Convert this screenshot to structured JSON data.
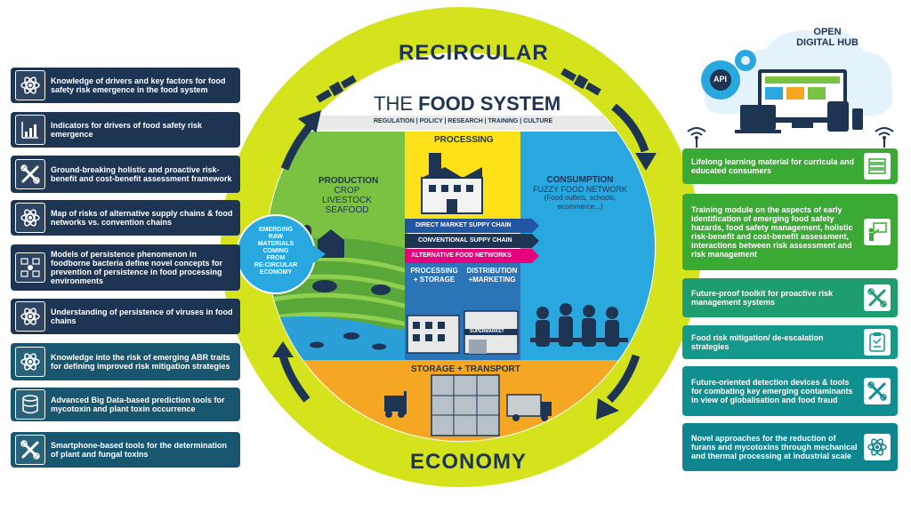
{
  "ring": {
    "top_label": "RECIRCULAR",
    "bottom_label": "ECONOMY"
  },
  "title": {
    "prefix": "THE",
    "main": "FOOD SYSTEM",
    "subtitle": "REGULATION | POLICY | RESEARCH | TRAINING | CULTURE"
  },
  "production": {
    "heading": "PRODUCTION",
    "lines": [
      "CROP",
      "LIVESTOCK",
      "SEAFOOD"
    ]
  },
  "processing": {
    "heading": "PROCESSING"
  },
  "consumption": {
    "heading": "CONSUMPTION",
    "line1": "FUZZY FOOD NETWORK",
    "line2": "(Food outlets, schools,",
    "line3": "ecommerce...)"
  },
  "chains": {
    "direct": "DIRECT MARKET SUPPY CHAIN",
    "conventional": "CONVENTIONAL SUPPY CHAIN",
    "alternative": "ALTERNATIVE FOOD NETWORKS"
  },
  "processing_storage": {
    "line1": "PROCESSING",
    "line2": "+ STORAGE"
  },
  "distribution": {
    "line1": "DISTRIBUTION",
    "line2": "+MARKETING"
  },
  "storage_transport": "STORAGE + TRANSPORT",
  "supermarket": "SUPERMARKET",
  "raw_materials": {
    "lines": [
      "EMERGING",
      "RAW",
      "MATERIALS",
      "COMING",
      "FROM",
      "RE-CIRCULAR",
      "ECONOMY"
    ]
  },
  "hub": {
    "line1": "OPEN",
    "line2": "DIGITAL HUB",
    "api": "API"
  },
  "left_items": [
    {
      "text": "Knowledge of drivers and key factors for food safety risk emergence in the food system",
      "icon": "atom-icon"
    },
    {
      "text": "Indicators for drivers of food safety risk emergence",
      "icon": "chart-icon"
    },
    {
      "text": "Ground-breaking holistic and proactive risk-benefit and cost-benefit assessment framework",
      "icon": "tools-icon"
    },
    {
      "text": "Map of risks of alternative supply chains & food networks vs. convention chains",
      "icon": "atom-icon"
    },
    {
      "text": "Models of persistence phenomenon in foodborne bacteria define novel concepts for prevention of persistence in food processing environments",
      "icon": "network-icon"
    },
    {
      "text": "Understanding of persistence of viruses in food chains",
      "icon": "atom-icon"
    },
    {
      "text": "Knowledge into the risk of emerging ABR traits for defining improved risk mitigation strategies",
      "icon": "atom-icon"
    },
    {
      "text": "Advanced Big Data-based prediction tools for mycotoxin and plant toxin occurrence",
      "icon": "database-icon"
    },
    {
      "text": "Smartphone-based tools for the determination of plant and fungal toxins",
      "icon": "tools-icon"
    }
  ],
  "right_items": [
    {
      "text": "Lifelong learning material for curricula and educated consumers",
      "icon": "books-icon",
      "color": "#3aaa35"
    },
    {
      "text": "Training module on the aspects of early identification of emerging food safety hazards, food safety management, holistic risk-benefit and cost-benefit assessment, interactions between risk assessment and risk management",
      "icon": "training-icon",
      "color": "#3aaa35"
    },
    {
      "text": "Future-proof toolkit for proactive risk management systems",
      "icon": "tools-icon",
      "color": "#1e9e6e"
    },
    {
      "text": "Food risk mitigation/ de-escalation strategies",
      "icon": "clipboard-icon",
      "color": "#139a8a"
    },
    {
      "text": "Future-oriented detection devices & tools for combating key emerging contaminants in view of globalisation and food fraud",
      "icon": "tools-icon",
      "color": "#0f8f8f"
    },
    {
      "text": "Novel approaches for the reduction of furans and mycotoxins through mechanical and thermal processing at industrial scale",
      "icon": "atom-icon",
      "color": "#0f8590"
    }
  ],
  "colors": {
    "ring": "#d4e31b",
    "navy": "#1d3553",
    "production": "#7cc242",
    "processing": "#ffe11a",
    "consumption": "#29a8e0",
    "storage": "#f5a623"
  }
}
